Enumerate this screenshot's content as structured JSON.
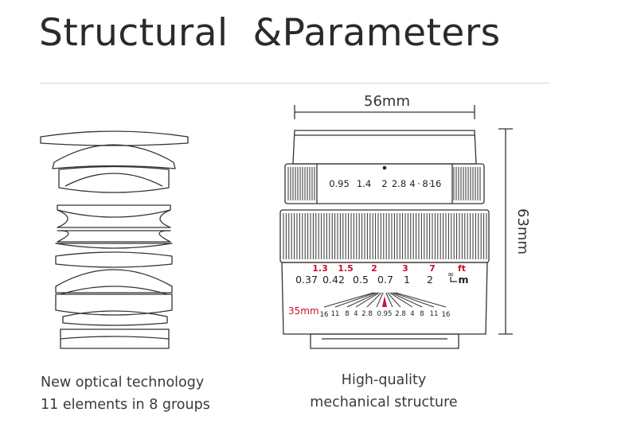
{
  "title": "Structural  &Parameters",
  "left_caption": {
    "line1": "New optical technology",
    "line2": "11 elements in 8 groups"
  },
  "right_caption": {
    "line1": "High-quality",
    "line2": "mechanical structure"
  },
  "dimensions": {
    "width": "56mm",
    "height": "63mm"
  },
  "aperture_ring": [
    "0.95",
    "1.4",
    "2",
    "2.8",
    "4",
    "·",
    "8",
    "·",
    "16"
  ],
  "focus_scale": {
    "feet": [
      "1.3",
      "1.5",
      "2",
      "3",
      "7"
    ],
    "feet_unit": "ft",
    "infinity": "∞",
    "meters": [
      "0.37",
      "0.42",
      "0.5",
      "0.7",
      "1",
      "2"
    ],
    "meter_unit": "m"
  },
  "focal_length": "35mm",
  "dof_scale": [
    "16",
    "11",
    "8",
    "4",
    "2.8",
    "0.95",
    "2.8",
    "4",
    "8",
    "11",
    "16"
  ],
  "colors": {
    "text": "#2a2a2a",
    "accent_red": "#c8102e",
    "line": "#333333"
  }
}
